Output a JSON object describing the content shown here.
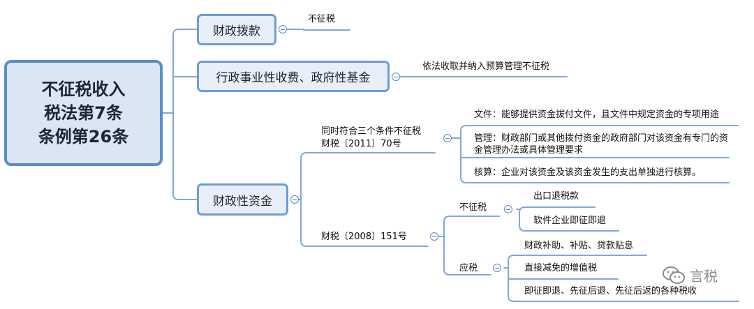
{
  "root": {
    "lines": [
      "不征税收入",
      "税法第7条",
      "条例第26条"
    ]
  },
  "branch1": {
    "label": "财政拨款",
    "leaf": "不征税"
  },
  "branch2": {
    "label": "行政事业性收费、政府性基金",
    "leaf": "依法收取并纳入预算管理不征税"
  },
  "branch3": {
    "label": "财政性资金",
    "sub1": {
      "line1": "同时符合三个条件不征税",
      "line2": "财税〔2011〕70号",
      "conditions": [
        "文件：能够提供资金拔付文件，且文件中规定资金的专项用途",
        "管理：财政部门或其他拨付资金的政府部门对该资金有专门的资金管理办法或具体管理要求",
        "核算：企业对该资金及该资金发生的支出单独进行核算。"
      ]
    },
    "sub2": {
      "label": "财税〔2008〕151号",
      "not_taxed": {
        "label": "不征税",
        "items": [
          "出口退税款",
          "软件企业即征即退"
        ]
      },
      "taxed": {
        "label": "应税",
        "items": [
          "财政补助、补贴、贷款贴息",
          "直接减免的增值税",
          "即征即退、先征后退、先征后返的各种税收"
        ]
      }
    }
  },
  "watermark": {
    "text": "言税"
  },
  "colors": {
    "line": "#7ea8df",
    "box_border": "#6e9bd8",
    "box_fill": "#e9eff8",
    "root_border": "#5b8ccc"
  }
}
